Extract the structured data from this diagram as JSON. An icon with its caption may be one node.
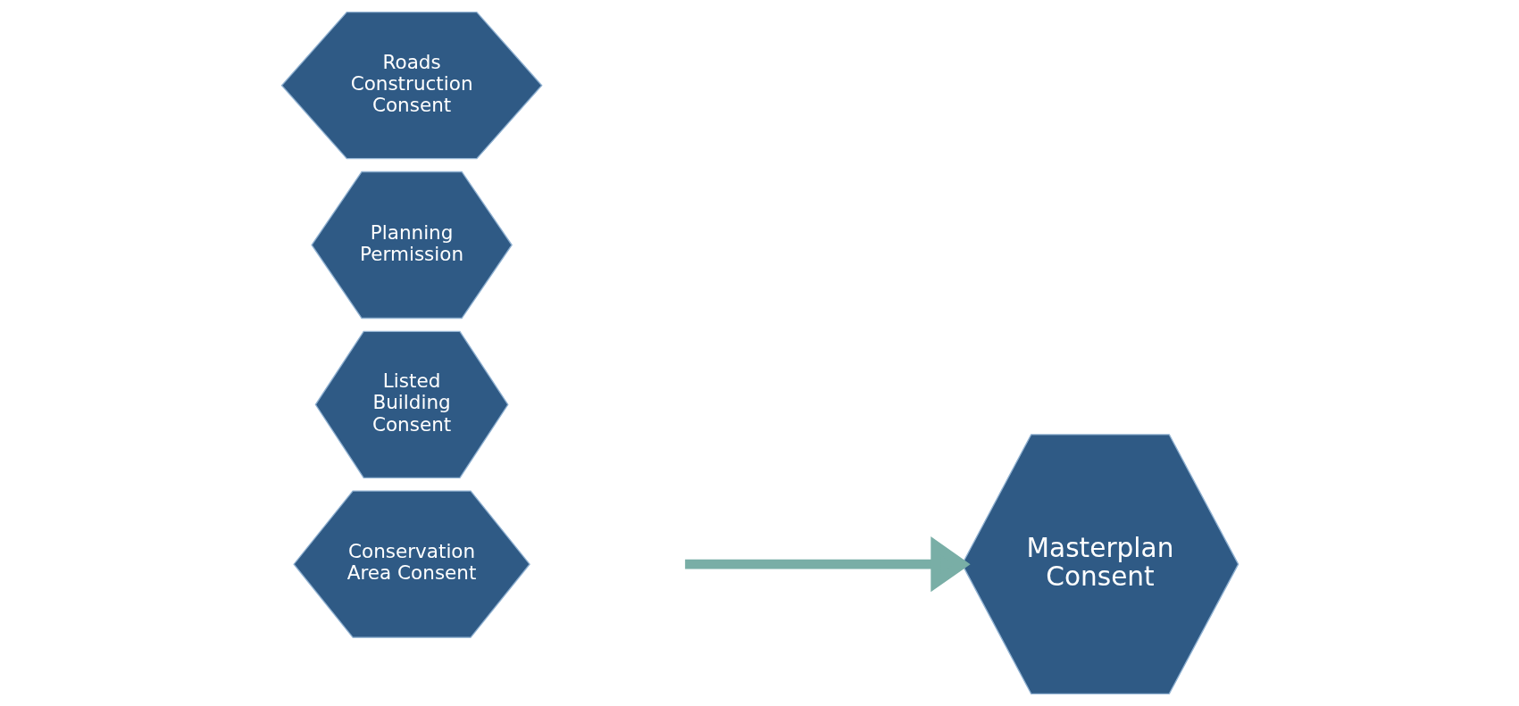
{
  "diagram": {
    "nodes": [
      {
        "text": [
          "Conservation Area Consent"
        ]
      },
      {
        "text": [
          "Listed Building Consent"
        ]
      },
      {
        "text": [
          "Planning Permission"
        ]
      },
      {
        "text": [
          "Roads Construction Consent"
        ]
      },
      {
        "text": [
          "Masterplan Consent"
        ]
      }
    ],
    "edges": [
      {
        "from": null,
        "to": 4,
        "arrow": "to",
        "color": "#79aea6"
      }
    ]
  }
}
